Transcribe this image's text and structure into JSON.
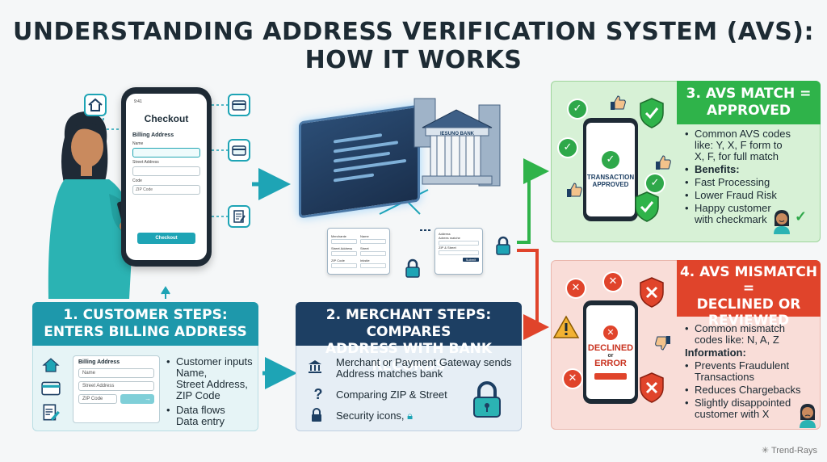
{
  "title": "UNDERSTANDING ADDRESS VERIFICATION SYSTEM (AVS): HOW IT WORKS",
  "phone": {
    "time": "9:41",
    "heading": "Checkout",
    "section": "Billing Address",
    "fields": [
      "Name",
      "Street Address",
      "Code"
    ],
    "zip_placeholder": "ZIP Code",
    "button": "Checkout"
  },
  "bank_sign": "IESUNO BANK",
  "doc_left": {
    "labels": [
      "Merchante",
      "Name",
      "Street Address",
      "Street",
      "ZIP Code",
      "Inkstie"
    ]
  },
  "doc_right": {
    "labels": [
      "Address",
      "Adrees matche",
      "ZIP & Street"
    ],
    "button": "Submit"
  },
  "step1": {
    "title_line1": "1. CUSTOMER STEPS:",
    "title_line2": "ENTERS BILLING ADDRESS",
    "form_title": "Billing Address",
    "form_fields": [
      "Name",
      "Street Address",
      "ZIP Code"
    ],
    "bullets": [
      [
        "Customer inputs",
        "Name,",
        "Street Address,",
        "ZIP Code"
      ],
      [
        "Data flows",
        "Data entry"
      ]
    ]
  },
  "step2": {
    "title_line1": "2. MERCHANT STEPS: COMPARES",
    "title_line2": "ADDRESS WITH BANK RECORDS",
    "line1a": "Merchant or Payment Gateway sends",
    "line1b": "Address matches bank",
    "line2": "Comparing ZIP & Street",
    "line3": "Security icons,"
  },
  "step3": {
    "title_line1": "3. AVS MATCH =",
    "title_line2": "APPROVED",
    "phone_text_1": "TRANSACTION",
    "phone_text_2": "APPROVED",
    "b1": [
      "Common AVS codes",
      "like: Y, X, F form to",
      "X, F, for full match"
    ],
    "benefits_label": "Benefits:",
    "b2": "Fast Processing",
    "b3": "Lower Fraud Risk",
    "b4": [
      "Happy customer",
      "with checkmark"
    ]
  },
  "step4": {
    "title_line1": "4. AVS MISMATCH =",
    "title_line2": "DECLINED OR",
    "title_line3": "REVIEWED",
    "phone_text_1": "DECLINED",
    "phone_or": "or",
    "phone_text_2": "ERROR",
    "b1": [
      "Common mismatch",
      "codes like: N, A, Z"
    ],
    "info_label": "Information:",
    "b2": [
      "Prevents Fraudulent",
      "Transactions"
    ],
    "b3": "Reduces Chargebacks",
    "b4": [
      "Slightly disappointed",
      "customer with X"
    ]
  },
  "brand": "Trend-Rays",
  "colors": {
    "teal": "#1e98ab",
    "navy": "#1d3f63",
    "green": "#2fb34a",
    "red": "#e0442b"
  }
}
